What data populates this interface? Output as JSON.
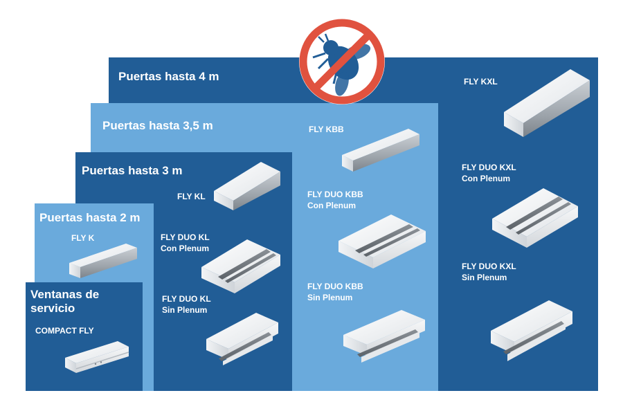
{
  "tiers": {
    "t4": "Puertas hasta 4 m",
    "t35": "Puertas hasta 3,5 m",
    "t3": "Puertas hasta 3 m",
    "t2": "Puertas hasta 2 m",
    "service": "Ventanas de servicio"
  },
  "products": {
    "compact_fly": "COMPACT FLY",
    "fly_k": "FLY K",
    "fly_kl": "FLY KL",
    "fly_duo_kl_plenum": [
      "FLY DUO KL",
      "Con Plenum"
    ],
    "fly_duo_kl_sin": [
      "FLY DUO KL",
      "Sin Plenum"
    ],
    "fly_kbb": "FLY KBB",
    "fly_duo_kbb_plenum": [
      "FLY DUO KBB",
      "Con Plenum"
    ],
    "fly_duo_kbb_sin": [
      "FLY DUO KBB",
      "Sin Plenum"
    ],
    "fly_kxl": "FLY KXL",
    "fly_duo_kxl_plenum": [
      "FLY DUO KXL",
      "Con Plenum"
    ],
    "fly_duo_kxl_sin": [
      "FLY DUO KXL",
      "Sin Plenum"
    ]
  },
  "icons": {
    "no_insects": "no-fly-icon"
  },
  "colors": {
    "dark_panel": "#215d96",
    "light_panel": "#6aaadc",
    "prohibition": "#e0523f"
  }
}
